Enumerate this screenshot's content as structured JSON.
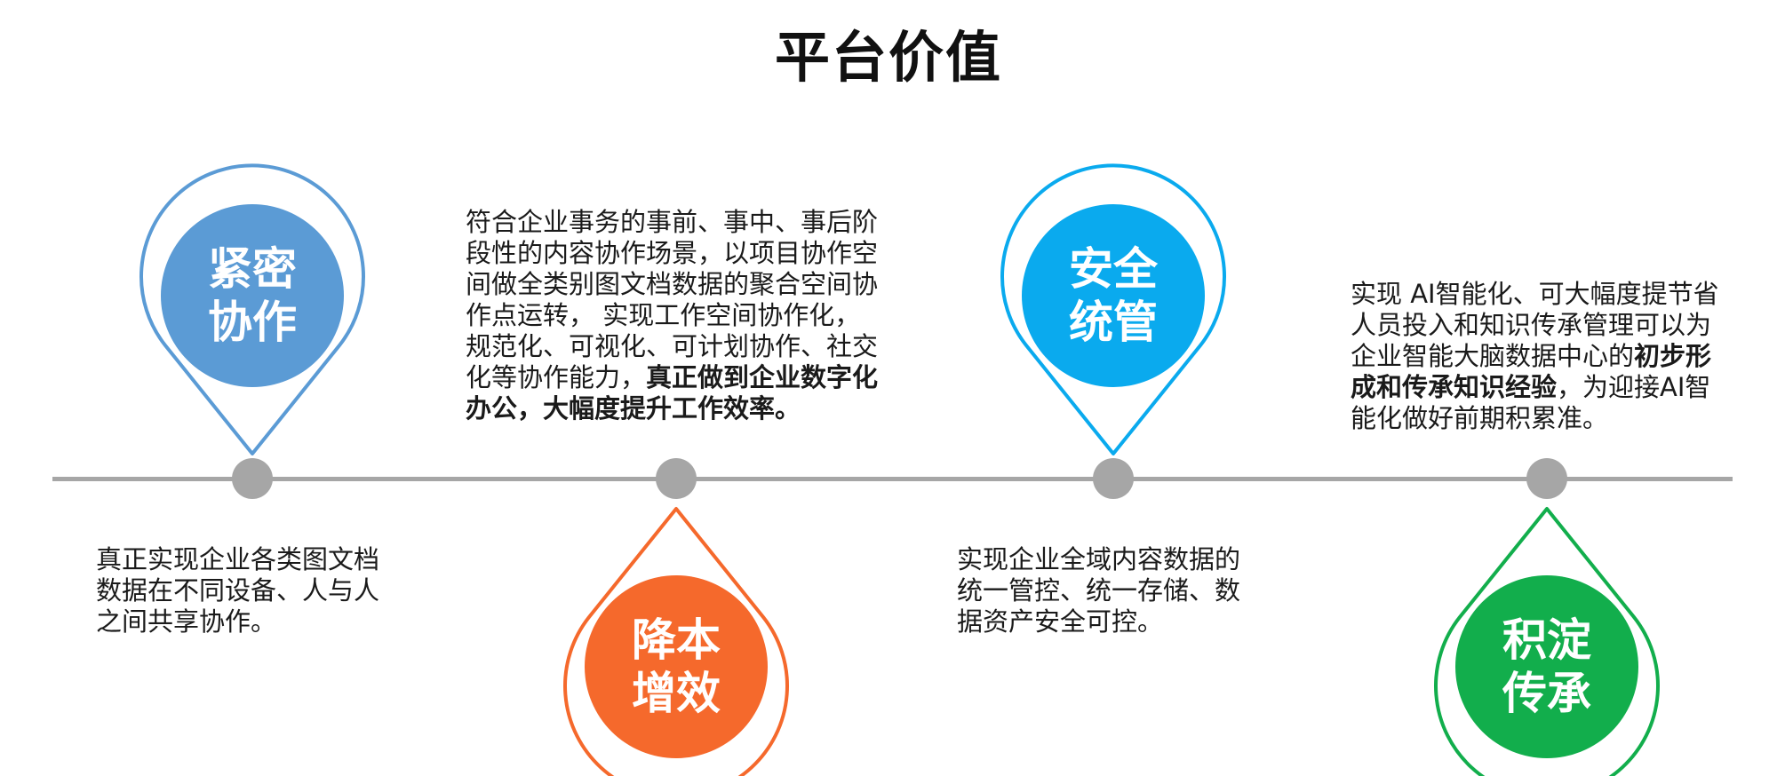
{
  "title": "平台价值",
  "pins": [
    {
      "line1": "紧密",
      "line2": "协作",
      "color": "#5b9bd5",
      "direction": "down"
    },
    {
      "line1": "降本",
      "line2": "增效",
      "color": "#f5692c",
      "direction": "up"
    },
    {
      "line1": "安全",
      "line2": "统管",
      "color": "#0aaaee",
      "direction": "down"
    },
    {
      "line1": "积淀",
      "line2": "传承",
      "color": "#12ae4c",
      "direction": "up"
    }
  ],
  "descriptions": {
    "d1": {
      "lines": [
        "真正实现企业各类图文档",
        "数据在不同设备、人与人",
        "之间共享协作。"
      ]
    },
    "d2": {
      "lines": [
        "符合企业事务的事前、事中、事后阶",
        "段性的内容协作场景，以项目协作空",
        "间做全类别图文档数据的聚合空间协",
        "作点运转， 实现工作空间协作化，",
        "规范化、可视化、可计划协作、社交"
      ],
      "line6_plain": "化等协作能力，",
      "line6_bold": "真正做到企业数字化",
      "line7_bold": "办公，大幅度提升工作效率。"
    },
    "d3": {
      "lines": [
        "实现企业全域内容数据的",
        "统一管控、统一存储、数",
        "据资产安全可控。"
      ]
    },
    "d4": {
      "line1": "实现 AI智能化、可大幅度提节省",
      "line2": "人员投入和知识传承管理可以为",
      "line3_plain": "企业智能大脑数据中心的",
      "line3_bold": "初步形",
      "line4_bold": "成和传承知识经验",
      "line4_plain": "，为迎接AI智",
      "line5": "能化做好前期积累准。"
    }
  }
}
